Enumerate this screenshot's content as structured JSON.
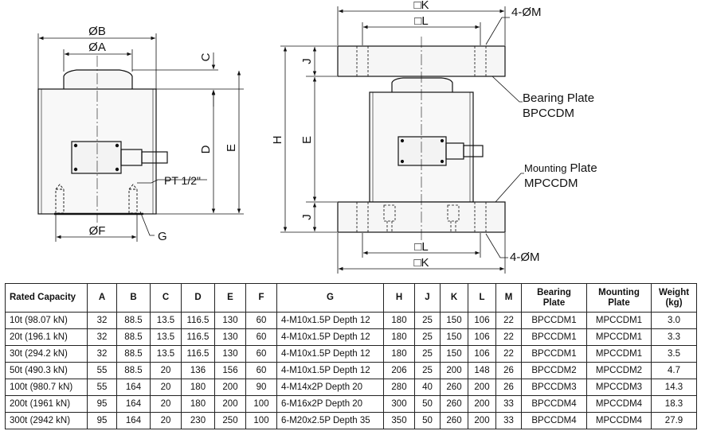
{
  "labels": {
    "dia_b": "ØB",
    "dia_a": "ØA",
    "dim_c": "C",
    "dim_d": "D",
    "dim_e_left": "E",
    "thread": "PT 1/2\"",
    "dia_f": "ØF",
    "dim_g": "G",
    "sq_k_top": "□K",
    "sq_l_top": "□L",
    "holes_top": "4-ØM",
    "dim_j_top": "J",
    "dim_h": "H",
    "dim_e_right": "E",
    "dim_j_bottom": "J",
    "bearing_title": "Bearing Plate",
    "bearing_code": "BPCCDM",
    "mounting_prefix": "Mounting",
    "mounting_suffix": "Plate",
    "mounting_code": "MPCCDM",
    "sq_l_bottom": "□L",
    "holes_bottom": "4-ØM",
    "sq_k_bottom": "□K"
  },
  "table": {
    "headers": [
      "Rated Capacity",
      "A",
      "B",
      "C",
      "D",
      "E",
      "F",
      "G",
      "H",
      "J",
      "K",
      "L",
      "M",
      "Bearing\nPlate",
      "Mounting\nPlate",
      "Weight\n(kg)"
    ],
    "rows": [
      [
        "10t (98.07 kN)",
        "32",
        "88.5",
        "13.5",
        "116.5",
        "130",
        "60",
        "4-M10x1.5P Depth 12",
        "180",
        "25",
        "150",
        "106",
        "22",
        "BPCCDM1",
        "MPCCDM1",
        "3.0"
      ],
      [
        "20t (196.1 kN)",
        "32",
        "88.5",
        "13.5",
        "116.5",
        "130",
        "60",
        "4-M10x1.5P Depth 12",
        "180",
        "25",
        "150",
        "106",
        "22",
        "BPCCDM1",
        "MPCCDM1",
        "3.3"
      ],
      [
        "30t (294.2 kN)",
        "32",
        "88.5",
        "13.5",
        "116.5",
        "130",
        "60",
        "4-M10x1.5P Depth 12",
        "180",
        "25",
        "150",
        "106",
        "22",
        "BPCCDM1",
        "MPCCDM1",
        "3.5"
      ],
      [
        "50t (490.3 kN)",
        "55",
        "88.5",
        "20",
        "136",
        "156",
        "60",
        "4-M10x1.5P Depth 12",
        "206",
        "25",
        "200",
        "148",
        "26",
        "BPCCDM2",
        "MPCCDM2",
        "4.7"
      ],
      [
        "100t (980.7 kN)",
        "55",
        "164",
        "20",
        "180",
        "200",
        "90",
        "4-M14x2P Depth 20",
        "280",
        "40",
        "260",
        "200",
        "26",
        "BPCCDM3",
        "MPCCDM3",
        "14.3"
      ],
      [
        "200t (1961 kN)",
        "95",
        "164",
        "20",
        "180",
        "200",
        "100",
        "6-M16x2P Depth 20",
        "300",
        "50",
        "260",
        "200",
        "33",
        "BPCCDM4",
        "MPCCDM4",
        "18.3"
      ],
      [
        "300t (2942 kN)",
        "95",
        "164",
        "20",
        "230",
        "250",
        "100",
        "6-M20x2.5P Depth 35",
        "350",
        "50",
        "260",
        "200",
        "33",
        "BPCCDM4",
        "MPCCDM4",
        "27.9"
      ]
    ]
  }
}
